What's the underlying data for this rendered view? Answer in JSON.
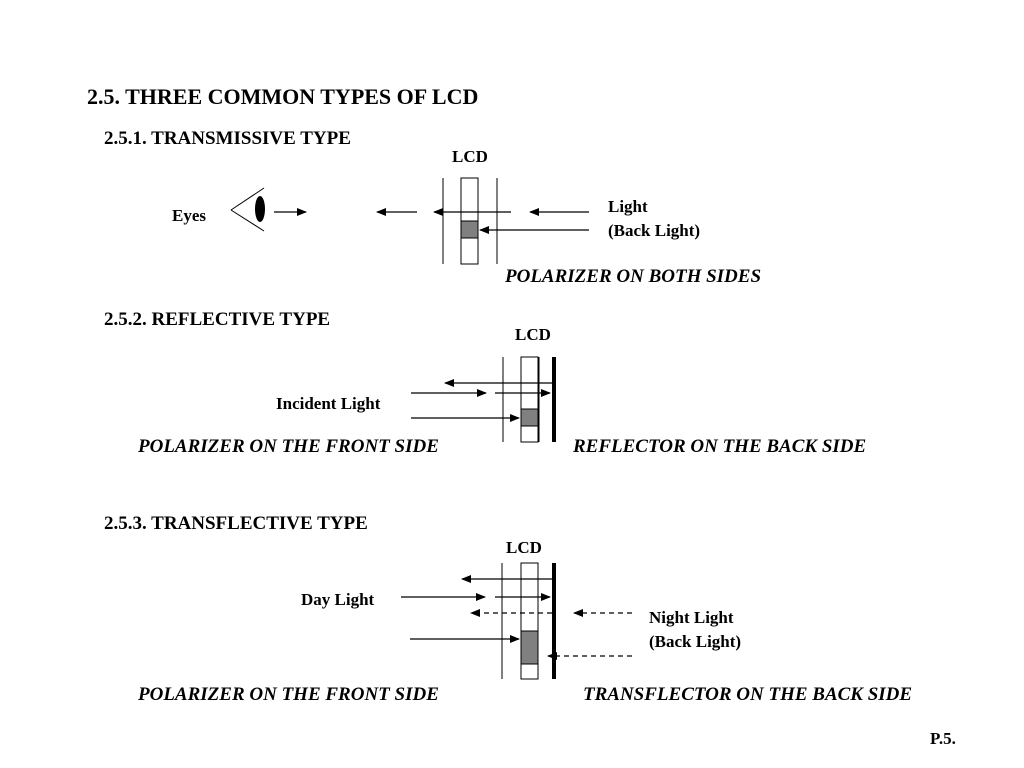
{
  "page": {
    "title": "2.5. THREE COMMON TYPES OF LCD",
    "page_number": "P.5."
  },
  "transmissive": {
    "heading": "2.5.1. TRANSMISSIVE TYPE",
    "lcd_label": "LCD",
    "eyes_label": "Eyes",
    "light_label": "Light",
    "backlight_label": "(Back Light)",
    "caption": "POLARIZER ON BOTH SIDES"
  },
  "reflective": {
    "heading": "2.5.2. REFLECTIVE TYPE",
    "lcd_label": "LCD",
    "incident_label": "Incident Light",
    "caption_left": "POLARIZER ON THE FRONT SIDE",
    "caption_right": "REFLECTOR ON THE BACK SIDE"
  },
  "transflective": {
    "heading": "2.5.3. TRANSFLECTIVE TYPE",
    "lcd_label": "LCD",
    "daylight_label": "Day Light",
    "nightlight_label": "Night Light",
    "backlight_label": "(Back Light)",
    "caption_left": "POLARIZER ON THE FRONT SIDE",
    "caption_right": "TRANSFLECTOR ON THE BACK SIDE"
  },
  "colors": {
    "cell_fill": "#808080",
    "line": "#000000"
  }
}
